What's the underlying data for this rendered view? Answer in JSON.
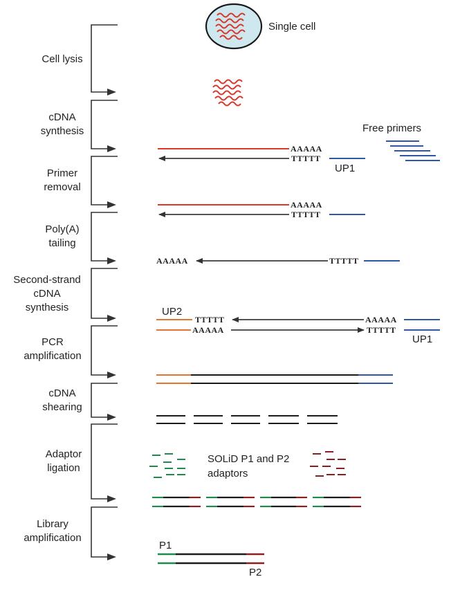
{
  "steps": [
    "Cell lysis",
    "cDNA\nsynthesis",
    "Primer\nremoval",
    "Poly(A)\ntailing",
    "Second-strand\ncDNA\nsynthesis",
    "PCR\namplification",
    "cDNA\nshearing",
    "Adaptor\nligation",
    "Library\namplification"
  ],
  "labels": {
    "single_cell": "Single cell",
    "free_primers": "Free primers",
    "up1": "UP1",
    "up2": "UP2",
    "solid_adaptors": "SOLiD P1 and P2\nadaptors",
    "p1": "P1",
    "p2": "P2"
  },
  "sequences": {
    "polyA": "AAAAA",
    "polyT": "TTTTT"
  },
  "colors": {
    "rna": "#d9382a",
    "dna": "#1a1a1a",
    "up1_primer": "#2f56a6",
    "up2_primer": "#e5762e",
    "p1_adaptor": "#1f8a4c",
    "p2_adaptor": "#8a1f1f",
    "cell_fill": "#cfe7ef",
    "bracket": "#333333"
  }
}
